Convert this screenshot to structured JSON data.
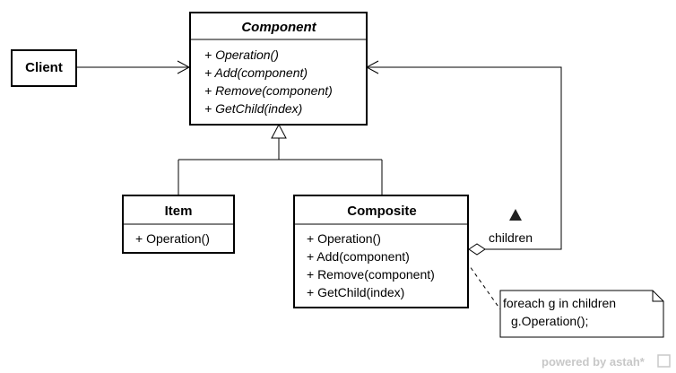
{
  "component": {
    "title": "Component",
    "ops": [
      "+ Operation()",
      "+ Add(component)",
      "+ Remove(component)",
      "+ GetChild(index)"
    ]
  },
  "client": {
    "title": "Client"
  },
  "item": {
    "title": "Item",
    "ops": [
      "+ Operation()"
    ]
  },
  "composite": {
    "title": "Composite",
    "ops": [
      "+ Operation()",
      "+ Add(component)",
      "+ Remove(component)",
      "+ GetChild(index)"
    ]
  },
  "association": {
    "label": "children"
  },
  "note": {
    "lines": [
      "foreach g in children",
      "g.Operation();"
    ]
  },
  "watermark": {
    "text": "powered by astah*"
  }
}
